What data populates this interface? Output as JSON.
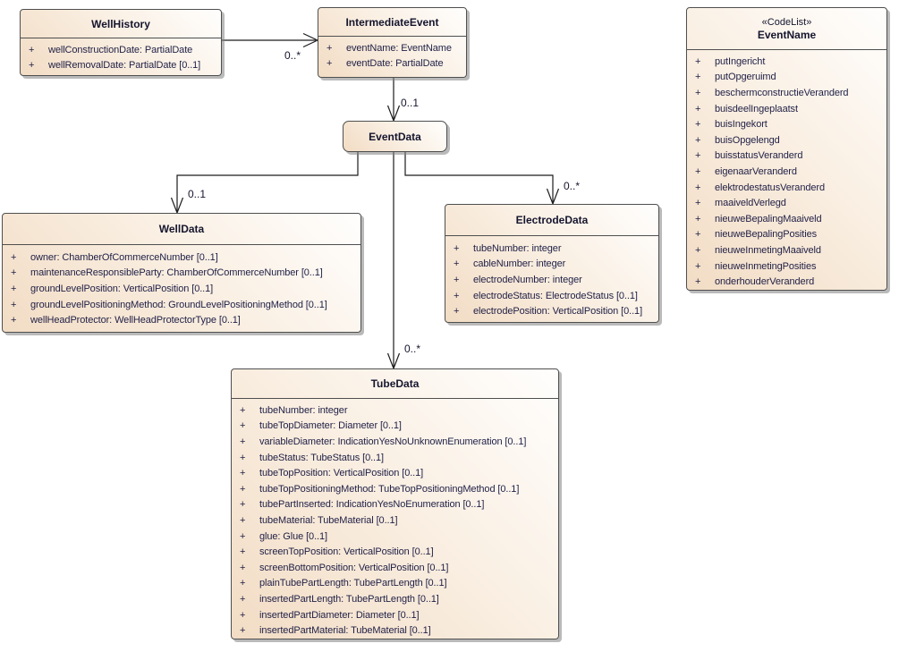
{
  "diagram": {
    "colors": {
      "box_fill_dark": "#f2dcc4",
      "box_fill_light": "#fffefd",
      "box_border": "#4f4f4f",
      "attr_text": "#1f1f46",
      "title_text": "#15152e",
      "connector": "#1c1c1c"
    },
    "classes": {
      "wellHistory": {
        "title": "WellHistory",
        "attrs": [
          {
            "vis": "+",
            "label": "wellConstructionDate: PartialDate"
          },
          {
            "vis": "+",
            "label": "wellRemovalDate: PartialDate [0..1]"
          }
        ]
      },
      "intermediateEvent": {
        "title": "IntermediateEvent",
        "attrs": [
          {
            "vis": "+",
            "label": "eventName: EventName"
          },
          {
            "vis": "+",
            "label": "eventDate: PartialDate"
          }
        ]
      },
      "eventName": {
        "stereotype": "«CodeList»",
        "title": "EventName",
        "attrs": [
          {
            "vis": "+",
            "label": "putIngericht"
          },
          {
            "vis": "+",
            "label": "putOpgeruimd"
          },
          {
            "vis": "+",
            "label": "beschermconstructieVeranderd"
          },
          {
            "vis": "+",
            "label": "buisdeelIngeplaatst"
          },
          {
            "vis": "+",
            "label": "buisIngekort"
          },
          {
            "vis": "+",
            "label": "buisOpgelengd"
          },
          {
            "vis": "+",
            "label": "buisstatusVeranderd"
          },
          {
            "vis": "+",
            "label": "eigenaarVeranderd"
          },
          {
            "vis": "+",
            "label": "elektrodestatusVeranderd"
          },
          {
            "vis": "+",
            "label": "maaiveldVerlegd"
          },
          {
            "vis": "+",
            "label": "nieuweBepalingMaaiveld"
          },
          {
            "vis": "+",
            "label": "nieuweBepalingPosities"
          },
          {
            "vis": "+",
            "label": "nieuweInmetingMaaiveld"
          },
          {
            "vis": "+",
            "label": "nieuweInmetingPosities"
          },
          {
            "vis": "+",
            "label": "onderhouderVeranderd"
          }
        ]
      },
      "eventData": {
        "title": "EventData",
        "attrs": []
      },
      "wellData": {
        "title": "WellData",
        "attrs": [
          {
            "vis": "+",
            "label": "owner: ChamberOfCommerceNumber [0..1]"
          },
          {
            "vis": "+",
            "label": "maintenanceResponsibleParty: ChamberOfCommerceNumber [0..1]"
          },
          {
            "vis": "+",
            "label": "groundLevelPosition: VerticalPosition [0..1]"
          },
          {
            "vis": "+",
            "label": "groundLevelPositioningMethod: GroundLevelPositioningMethod [0..1]"
          },
          {
            "vis": "+",
            "label": "wellHeadProtector: WellHeadProtectorType [0..1]"
          }
        ]
      },
      "electrodeData": {
        "title": "ElectrodeData",
        "attrs": [
          {
            "vis": "+",
            "label": "tubeNumber: integer"
          },
          {
            "vis": "+",
            "label": "cableNumber: integer"
          },
          {
            "vis": "+",
            "label": "electrodeNumber: integer"
          },
          {
            "vis": "+",
            "label": "electrodeStatus: ElectrodeStatus [0..1]"
          },
          {
            "vis": "+",
            "label": "electrodePosition: VerticalPosition [0..1]"
          }
        ]
      },
      "tubeData": {
        "title": "TubeData",
        "attrs": [
          {
            "vis": "+",
            "label": "tubeNumber: integer"
          },
          {
            "vis": "+",
            "label": "tubeTopDiameter: Diameter [0..1]"
          },
          {
            "vis": "+",
            "label": "variableDiameter: IndicationYesNoUnknownEnumeration [0..1]"
          },
          {
            "vis": "+",
            "label": "tubeStatus: TubeStatus [0..1]"
          },
          {
            "vis": "+",
            "label": "tubeTopPosition: VerticalPosition [0..1]"
          },
          {
            "vis": "+",
            "label": "tubeTopPositioningMethod: TubeTopPositioningMethod [0..1]"
          },
          {
            "vis": "+",
            "label": "tubePartInserted: IndicationYesNoEnumeration [0..1]"
          },
          {
            "vis": "+",
            "label": "tubeMaterial: TubeMaterial [0..1]"
          },
          {
            "vis": "+",
            "label": "glue: Glue [0..1]"
          },
          {
            "vis": "+",
            "label": "screenTopPosition: VerticalPosition [0..1]"
          },
          {
            "vis": "+",
            "label": "screenBottomPosition: VerticalPosition [0..1]"
          },
          {
            "vis": "+",
            "label": "plainTubePartLength: TubePartLength [0..1]"
          },
          {
            "vis": "+",
            "label": "insertedPartLength: TubePartLength [0..1]"
          },
          {
            "vis": "+",
            "label": "insertedPartDiameter: Diameter [0..1]"
          },
          {
            "vis": "+",
            "label": "insertedPartMaterial: TubeMaterial [0..1]"
          }
        ]
      }
    },
    "connectors": {
      "wellHistoryToIntermediateEvent": {
        "label": "0..*"
      },
      "intermediateEventToEventData": {
        "label": "0..1"
      },
      "eventDataToWellData": {
        "label": "0..1"
      },
      "eventDataToTubeData": {
        "label": "0..*"
      },
      "eventDataToElectrodeData": {
        "label": "0..*"
      }
    }
  }
}
